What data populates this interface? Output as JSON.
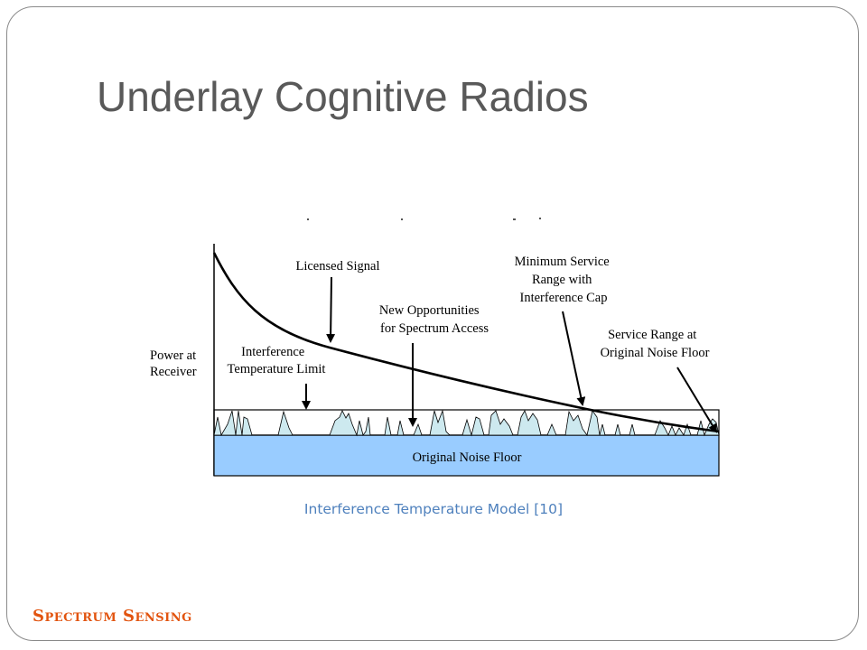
{
  "slide": {
    "title": "Underlay Cognitive Radios",
    "caption": "Interference Temperature Model [10]",
    "footer": "Spectrum Sensing"
  },
  "diagram": {
    "y_axis_label": [
      "Power at",
      "Receiver"
    ],
    "labels": {
      "licensed_signal": [
        "Licensed Signal"
      ],
      "new_opportunities": [
        "New Opportunities",
        "for Spectrum Access"
      ],
      "min_service_range": [
        "Minimum Service",
        "Range with",
        "Interference Cap"
      ],
      "service_range_original": [
        "Service Range at",
        "Original Noise Floor"
      ],
      "interference_temperature_limit": [
        "Interference",
        "Temperature Limit"
      ],
      "noise_floor": "Original Noise Floor"
    },
    "colors": {
      "noise_floor_fill": "#99ccff",
      "interference_spikes_fill": "#cde9ef",
      "curve": "#000000",
      "caption": "#4f81bd",
      "footer": "#e2540f",
      "title": "#595959"
    }
  }
}
